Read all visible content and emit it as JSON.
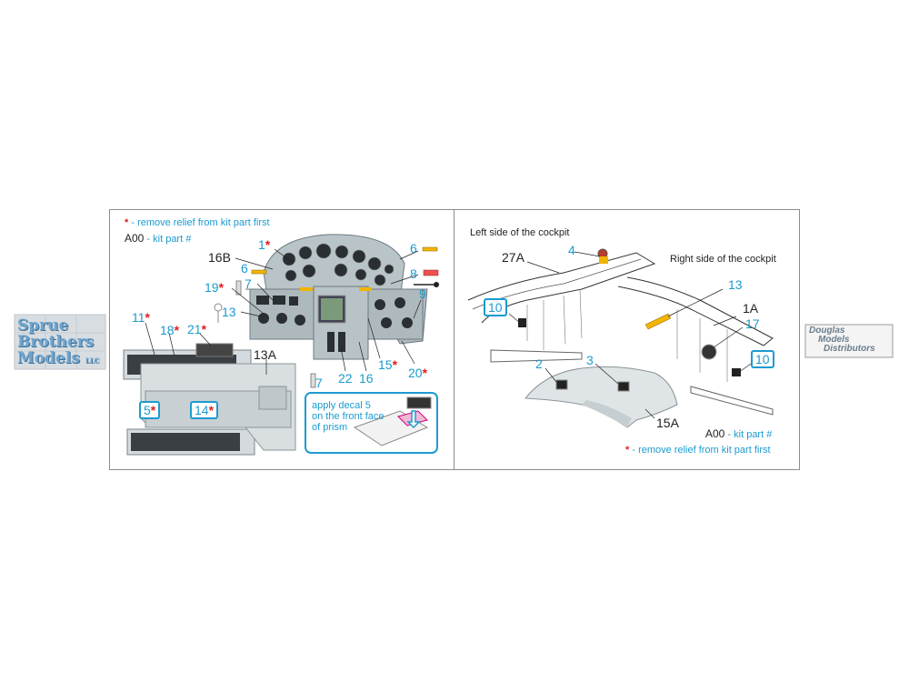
{
  "left_panel": {
    "legend_star": "*",
    "legend_remove": "- remove relief from kit part first",
    "legend_code": "A00",
    "legend_kit": "- kit part #",
    "callouts": {
      "c1": "1",
      "c6a": "6",
      "c6b": "6",
      "c8": "8",
      "c9": "9",
      "c16b": "16B",
      "c7a": "7",
      "c7b": "7",
      "c19": "19",
      "c13": "13",
      "c11": "11",
      "c18": "18",
      "c21": "21",
      "c13a": "13A",
      "c22": "22",
      "c16": "16",
      "c15": "15",
      "c20": "20",
      "c5": "5",
      "c14": "14"
    },
    "note": [
      "apply decal 5",
      "on the front face",
      "of prism"
    ]
  },
  "right_panel": {
    "left_side_label": "Left side of the cockpit",
    "right_side_label": "Right side of the cockpit",
    "callouts": {
      "c4": "4",
      "c27a": "27A",
      "c10a": "10",
      "c13": "13",
      "c1a": "1A",
      "c17": "17",
      "c10b": "10",
      "c2": "2",
      "c3": "3",
      "c15a": "15A"
    },
    "legend_code": "A00",
    "legend_kit": "- kit part #",
    "legend_star": "*",
    "legend_remove": "- remove relief from kit part first"
  },
  "logos": {
    "sprue": [
      "Sprue",
      "Brothers",
      "Models"
    ],
    "sprue_suffix": "LLC",
    "douglas": [
      "Douglas",
      "Models",
      "Distributors"
    ]
  },
  "colors": {
    "accent": "#1b9bd0",
    "star": "#e02020",
    "panel_grey": "#c9d2d6"
  }
}
